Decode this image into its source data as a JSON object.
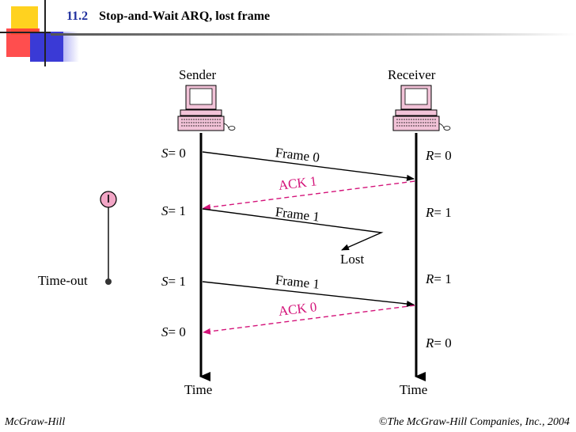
{
  "header": {
    "section_number": "11.2",
    "title": "Stop-and-Wait ARQ, lost frame"
  },
  "sender": {
    "label": "Sender",
    "time_label": "Time"
  },
  "receiver": {
    "label": "Receiver",
    "time_label": "Time"
  },
  "sender_states": [
    {
      "var": "S",
      "value": "= 0"
    },
    {
      "var": "S",
      "value": "= 1"
    },
    {
      "var": "S",
      "value": "= 1"
    },
    {
      "var": "S",
      "value": "= 0"
    }
  ],
  "receiver_states": [
    {
      "var": "R",
      "value": "= 0"
    },
    {
      "var": "R",
      "value": "= 1"
    },
    {
      "var": "R",
      "value": "= 1"
    },
    {
      "var": "R",
      "value": "= 0"
    }
  ],
  "messages": [
    {
      "label": "Frame 0",
      "kind": "frame"
    },
    {
      "label": "ACK 1",
      "kind": "ack"
    },
    {
      "label": "Frame 1",
      "kind": "frame"
    },
    {
      "label": "Frame 1",
      "kind": "frame"
    },
    {
      "label": "ACK 0",
      "kind": "ack"
    }
  ],
  "lost_label": "Lost",
  "timer": {
    "label": "Time-out"
  },
  "footer": {
    "left": "McGraw-Hill",
    "right": "©The McGraw-Hill Companies, Inc., 2004"
  },
  "colors": {
    "ack": "#d4147a",
    "line": "#000000",
    "header_number": "#1f2f9e"
  },
  "icons": [
    "computer-icon",
    "timer-clock-icon"
  ]
}
